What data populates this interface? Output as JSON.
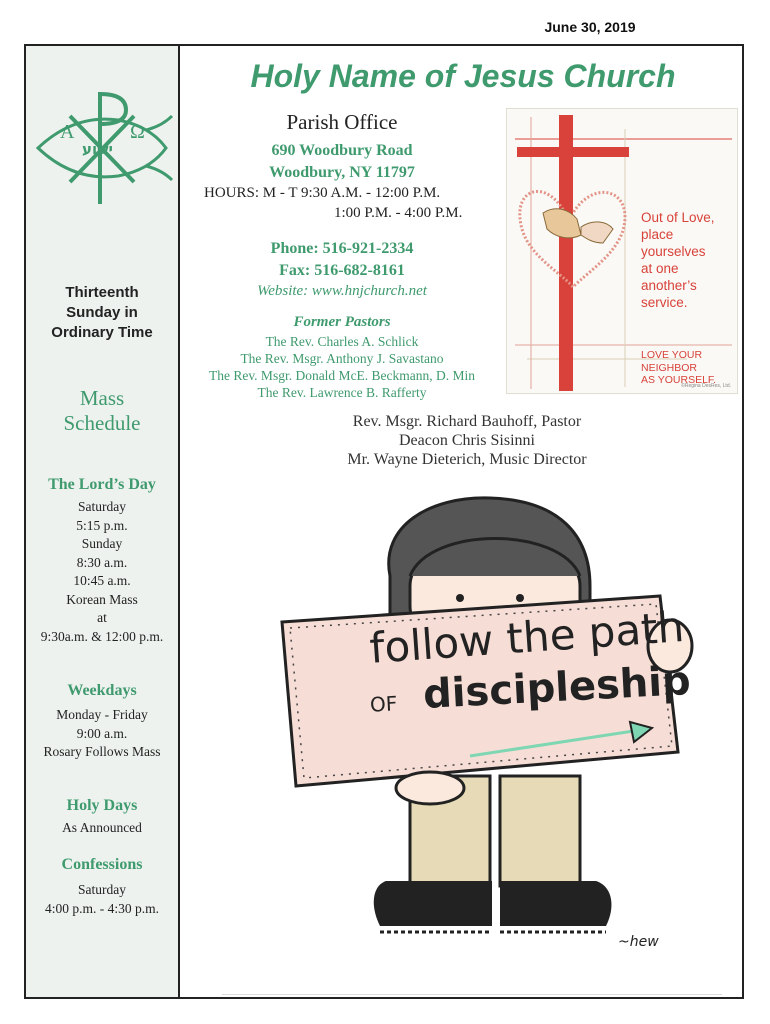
{
  "date": "June 30, 2019",
  "sidebar": {
    "sunday_title": [
      "Thirteenth",
      "Sunday in",
      "Ordinary Time"
    ],
    "mass_schedule_title": [
      "Mass",
      "Schedule"
    ],
    "lords_day": {
      "heading": "The Lord’s Day",
      "lines": [
        "Saturday",
        "5:15 p.m.",
        "Sunday",
        "8:30 a.m.",
        "10:45 a.m.",
        "Korean Mass",
        "at",
        "9:30a.m. & 12:00 p.m."
      ]
    },
    "weekdays": {
      "heading": "Weekdays",
      "lines": [
        "Monday - Friday",
        "9:00 a.m.",
        "Rosary Follows Mass"
      ]
    },
    "holy_days": {
      "heading": "Holy Days",
      "lines": [
        "As Announced"
      ]
    },
    "confessions": {
      "heading": "Confessions",
      "lines": [
        "Saturday",
        "4:00 p.m. - 4:30 p.m."
      ]
    }
  },
  "logo": {
    "icon": "chi-rho-ichthys-icon",
    "hebrew": "ישוע",
    "letters": [
      "P",
      "X",
      "A",
      "Ω"
    ]
  },
  "header": {
    "church_name": "Holy Name of Jesus Church"
  },
  "parish_office": {
    "title": "Parish Office",
    "address": [
      "690 Woodbury Road",
      "Woodbury, NY 11797"
    ],
    "hours": [
      "HOURS: M - T 9:30 A.M. - 12:00 P.M.",
      "1:00 P.M. - 4:00 P.M."
    ],
    "phone": "Phone: 516-921-2334",
    "fax": "Fax: 516-682-8161",
    "website": "Website: www.hnjchurch.net"
  },
  "former_pastors": {
    "title": "Former Pastors",
    "names": [
      "The Rev. Charles A. Schlick",
      "The Rev. Msgr. Anthony J. Savastano",
      "The Rev. Msgr. Donald McE. Beckmann, D. Min",
      "The Rev. Lawrence B. Rafferty"
    ]
  },
  "staff": [
    "Rev. Msgr. Richard Bauhoff, Pastor",
    "Deacon Chris Sisinni",
    "Mr. Wayne Dieterich, Music Director"
  ],
  "poster": {
    "quote": [
      "Out of Love,",
      "place",
      "yourselves",
      "at one",
      "another’s",
      "service."
    ],
    "commandment": [
      "LOVE YOUR",
      "NEIGHBOR",
      "AS YOURSELF."
    ],
    "credit": "©Regina DesRes, Ltd."
  },
  "illustration": {
    "sign_line1": "follow the path",
    "sign_line2_small": "OF",
    "sign_line2_big": "discipleship",
    "signature": "~hew",
    "colors": {
      "green": "#3f9a6e",
      "sign": "#f6ddd5",
      "hair": "#555555",
      "pants": "#e6dab7",
      "arrow": "#7ed7b2"
    }
  },
  "colors": {
    "accent_green": "#3f9a6e",
    "poster_red": "#d8423a",
    "sidebar_bg": "#eef2ef"
  }
}
